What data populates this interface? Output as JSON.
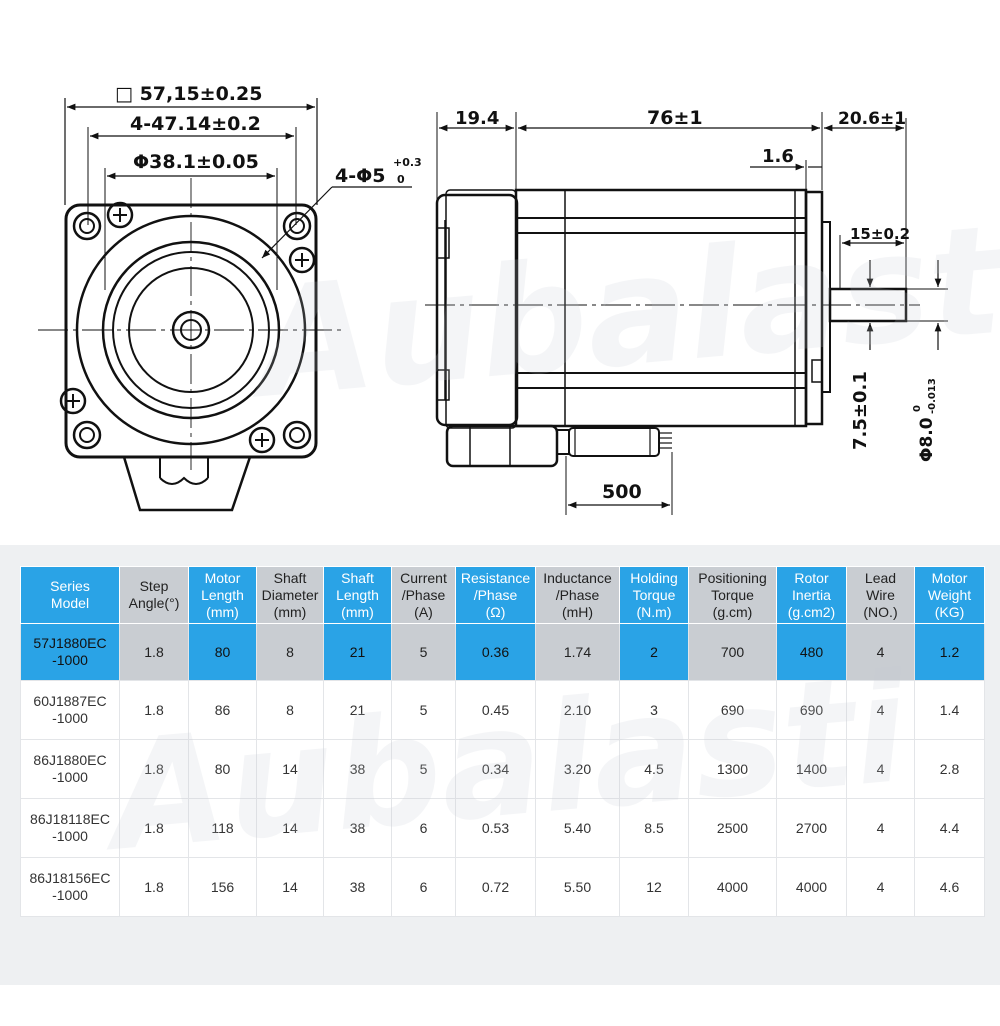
{
  "drawing": {
    "front": {
      "dim_square": "□ 57,15±0.25",
      "dim_hole_pitch": "4-47.14±0.2",
      "dim_pilot": "Φ38.1±0.05",
      "dim_holes_prefix": "4-Φ5",
      "dim_holes_sup": "+0.3",
      "dim_holes_sub": "0"
    },
    "side": {
      "dim_encoder": "19.4",
      "dim_body": "76±1",
      "dim_shaft_total": "20.6±1",
      "dim_flange": "1.6",
      "dim_key": "15±0.2",
      "dim_flat": "7.5±0.1",
      "dim_shaft_dia": "Φ8.0",
      "dim_shaft_dia_sup": "0",
      "dim_shaft_dia_sub": "-0.013",
      "dim_cable": "500"
    },
    "watermark": "Aubalasti"
  },
  "table": {
    "headers": [
      [
        "Series",
        "Model"
      ],
      [
        "Step",
        "Angle(°)"
      ],
      [
        "Motor",
        "Length",
        "(mm)"
      ],
      [
        "Shaft",
        "Diameter",
        "(mm)"
      ],
      [
        "Shaft",
        "Length",
        "(mm)"
      ],
      [
        "Current",
        "/Phase",
        "(A)"
      ],
      [
        "Resistance",
        "/Phase",
        "(Ω)"
      ],
      [
        "Inductance",
        "/Phase",
        "(mH)"
      ],
      [
        "Holding",
        "Torque",
        "(N.m)"
      ],
      [
        "Positioning",
        "Torque",
        "(g.cm)"
      ],
      [
        "Rotor",
        "Inertia",
        "(g.cm2)"
      ],
      [
        "Lead",
        "Wire",
        "(NO.)"
      ],
      [
        "Motor",
        "Weight",
        "(KG)"
      ]
    ],
    "rows": [
      [
        [
          "57J1880EC",
          "-1000"
        ],
        "1.8",
        "80",
        "8",
        "21",
        "5",
        "0.36",
        "1.74",
        "2",
        "700",
        "480",
        "4",
        "1.2"
      ],
      [
        [
          "60J1887EC",
          "-1000"
        ],
        "1.8",
        "86",
        "8",
        "21",
        "5",
        "0.45",
        "2.10",
        "3",
        "690",
        "690",
        "4",
        "1.4"
      ],
      [
        [
          "86J1880EC",
          "-1000"
        ],
        "1.8",
        "80",
        "14",
        "38",
        "5",
        "0.34",
        "3.20",
        "4.5",
        "1300",
        "1400",
        "4",
        "2.8"
      ],
      [
        [
          "86J18118EC",
          "-1000"
        ],
        "1.8",
        "118",
        "14",
        "38",
        "6",
        "0.53",
        "5.40",
        "8.5",
        "2500",
        "2700",
        "4",
        "4.4"
      ],
      [
        [
          "86J18156EC",
          "-1000"
        ],
        "1.8",
        "156",
        "14",
        "38",
        "6",
        "0.72",
        "5.50",
        "12",
        "4000",
        "4000",
        "4",
        "4.6"
      ]
    ]
  },
  "colors": {
    "header_blue": "#2aa3e6",
    "header_grey": "#c9cdd2",
    "table_bg": "#eef0f2"
  }
}
